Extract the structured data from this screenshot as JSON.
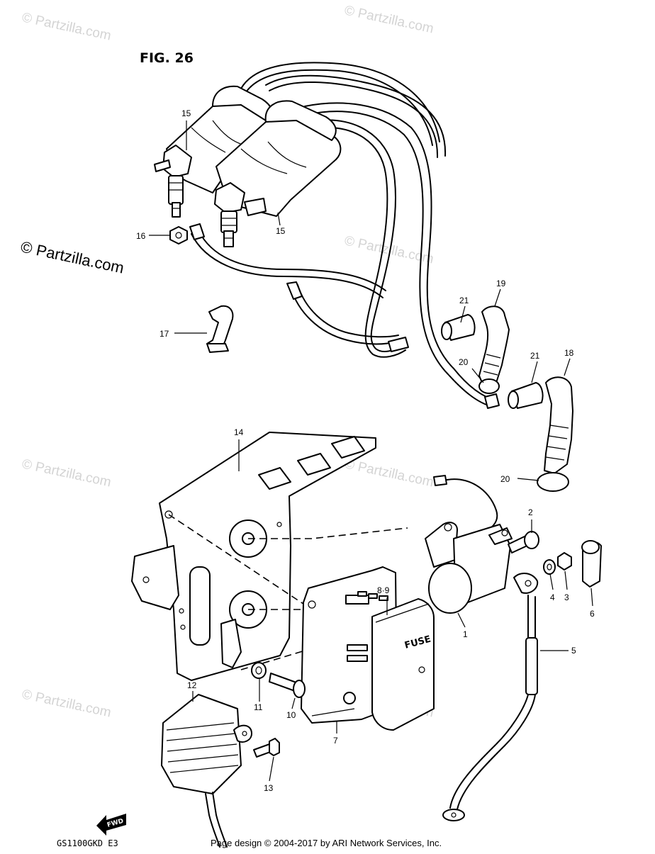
{
  "figure": {
    "title": "FIG. 26",
    "model": "GS1100GKD E3",
    "forward_mark": "FWD"
  },
  "watermark": {
    "text": "© Partzilla.com"
  },
  "footer": {
    "text": "Page design © 2004-2017 by ARI Network Services, Inc."
  },
  "callouts": {
    "c15a": "15",
    "c15b": "15",
    "c16": "16",
    "c17": "17",
    "c19": "19",
    "c21a": "21",
    "c20a": "20",
    "c21b": "21",
    "c18": "18",
    "c20b": "20",
    "c14": "14",
    "c2": "2",
    "c89": "8·9",
    "c4": "4",
    "c3": "3",
    "c6": "6",
    "c1": "1",
    "c5": "5",
    "c12": "12",
    "c11": "11",
    "c10": "10",
    "c7": "7",
    "c13": "13"
  },
  "fuse_label": "FUSE"
}
